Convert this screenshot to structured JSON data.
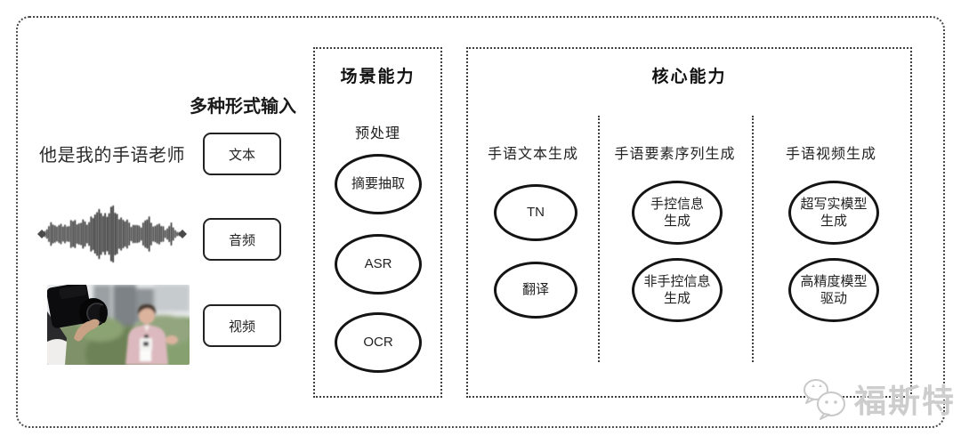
{
  "input_section": {
    "header": "多种形式输入",
    "text_example": "他是我的手语老师",
    "items": [
      {
        "label": "文本"
      },
      {
        "label": "音频"
      },
      {
        "label": "视频"
      }
    ]
  },
  "scene_box": {
    "title": "场景能力",
    "subtitle": "预处理",
    "nodes": [
      "摘要抽取",
      "ASR",
      "OCR"
    ]
  },
  "core_box": {
    "title": "核心能力",
    "columns": [
      {
        "header": "手语文本生成",
        "nodes": [
          "TN",
          "翻译"
        ]
      },
      {
        "header": "手语要素序列生成",
        "nodes": [
          "手控信息\n生成",
          "非手控信息\n生成"
        ]
      },
      {
        "header": "手语视频生成",
        "nodes": [
          "超写实模型\n生成",
          "高精度模型\n驱动"
        ]
      }
    ]
  },
  "watermark": {
    "text": "福斯特",
    "icon": "wechat-logo"
  },
  "colors": {
    "node_stroke": "#141414",
    "dotted_border": "#3f3f3f",
    "watermark": "#cdcdcd"
  }
}
